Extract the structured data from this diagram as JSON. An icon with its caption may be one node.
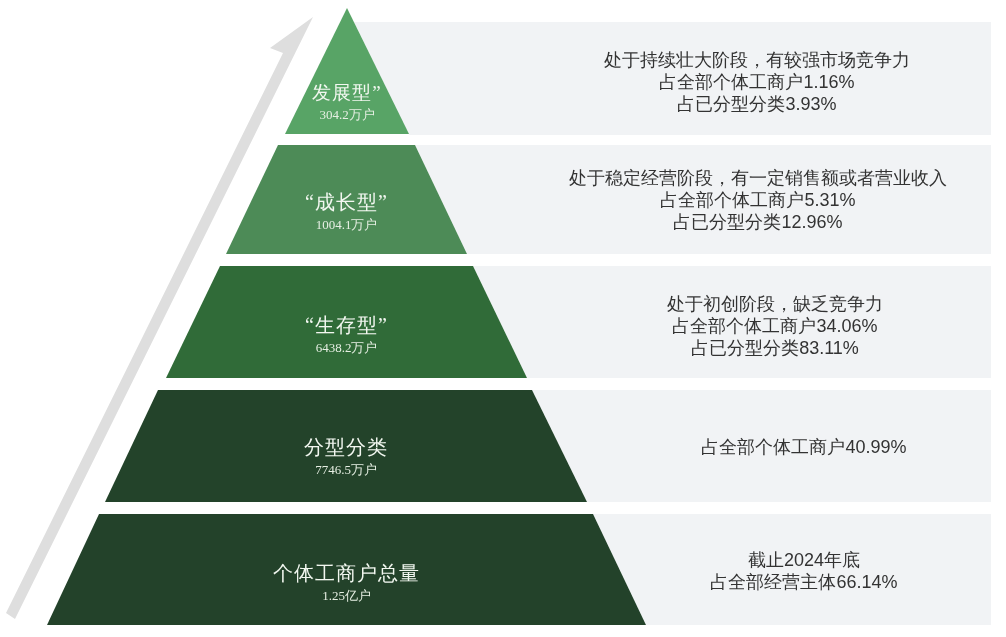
{
  "diagram": {
    "nodes": [
      {
        "text": [
          "发展型”",
          "304.2万户"
        ]
      },
      {
        "text": [
          "处于持续壮大阶段，有较强市场竞争力",
          "占全部个体工商户1.16%",
          "占已分型分类3.93%"
        ]
      },
      {
        "text": [
          "“成长型”",
          "1004.1万户"
        ]
      },
      {
        "text": [
          "处于稳定经营阶段，有一定销售额或者营业收入",
          "占全部个体工商户5.31%",
          "占已分型分类12.96%"
        ]
      },
      {
        "text": [
          "“生存型”",
          "6438.2万户"
        ]
      },
      {
        "text": [
          "处于初创阶段，缺乏竞争力",
          "占全部个体工商户34.06%",
          "占已分型分类83.11%"
        ]
      },
      {
        "text": [
          "分型分类",
          "7746.5万户"
        ]
      },
      {
        "text": [
          "占全部个体工商户40.99%"
        ]
      },
      {
        "text": [
          "个体工商户总量",
          "1.25亿户"
        ]
      },
      {
        "text": [
          "截止2024年底",
          "占全部经营主体66.14%"
        ]
      }
    ]
  }
}
